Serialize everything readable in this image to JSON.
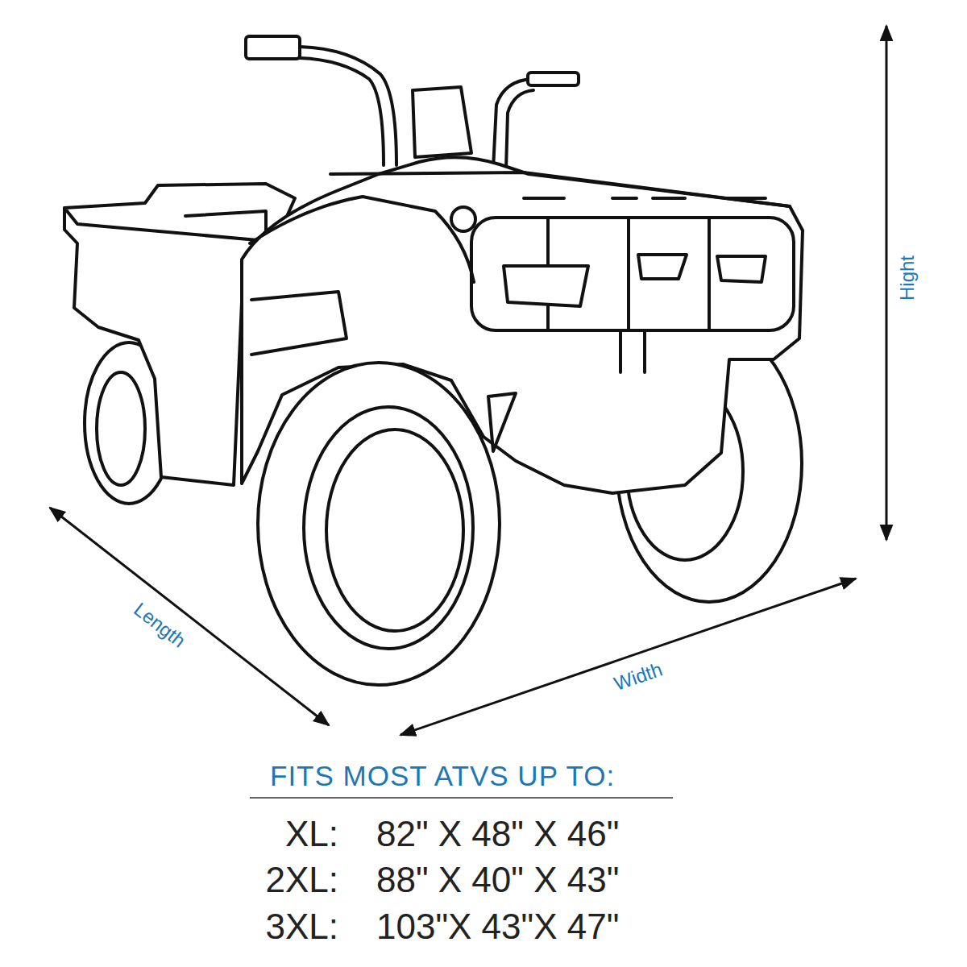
{
  "diagram": {
    "labels": [
      "Hight",
      "Length",
      "Width",
      "FITS MOST ATVS UP TO:",
      "XL:",
      "82\" X 48\" X 46\"",
      "2XL:",
      "88\" X 40\" X 43\"",
      "3XL:",
      "103\"X 43\"X 47\""
    ]
  }
}
